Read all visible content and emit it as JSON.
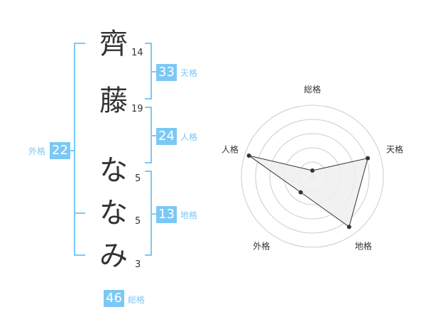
{
  "name_chars": [
    {
      "char": "齊",
      "strokes": "14"
    },
    {
      "char": "藤",
      "strokes": "19"
    },
    {
      "char": "な",
      "strokes": "5"
    },
    {
      "char": "な",
      "strokes": "5"
    },
    {
      "char": "み",
      "strokes": "3"
    }
  ],
  "kaku": {
    "ten": {
      "value": "33",
      "label": "天格"
    },
    "jin": {
      "value": "24",
      "label": "人格"
    },
    "chi": {
      "value": "13",
      "label": "地格"
    },
    "gai": {
      "value": "22",
      "label": "外格"
    },
    "souka": {
      "value": "46",
      "label": "総格"
    }
  },
  "radar": {
    "axes": [
      "総格",
      "天格",
      "地格",
      "外格",
      "人格"
    ],
    "values": [
      0.08,
      0.82,
      0.88,
      0.28,
      0.94
    ],
    "fill_color": "#efefef",
    "line_color": "#333333",
    "ring_color": "#cccccc"
  },
  "colors": {
    "accent": "#7cc8f4",
    "text": "#333333"
  }
}
